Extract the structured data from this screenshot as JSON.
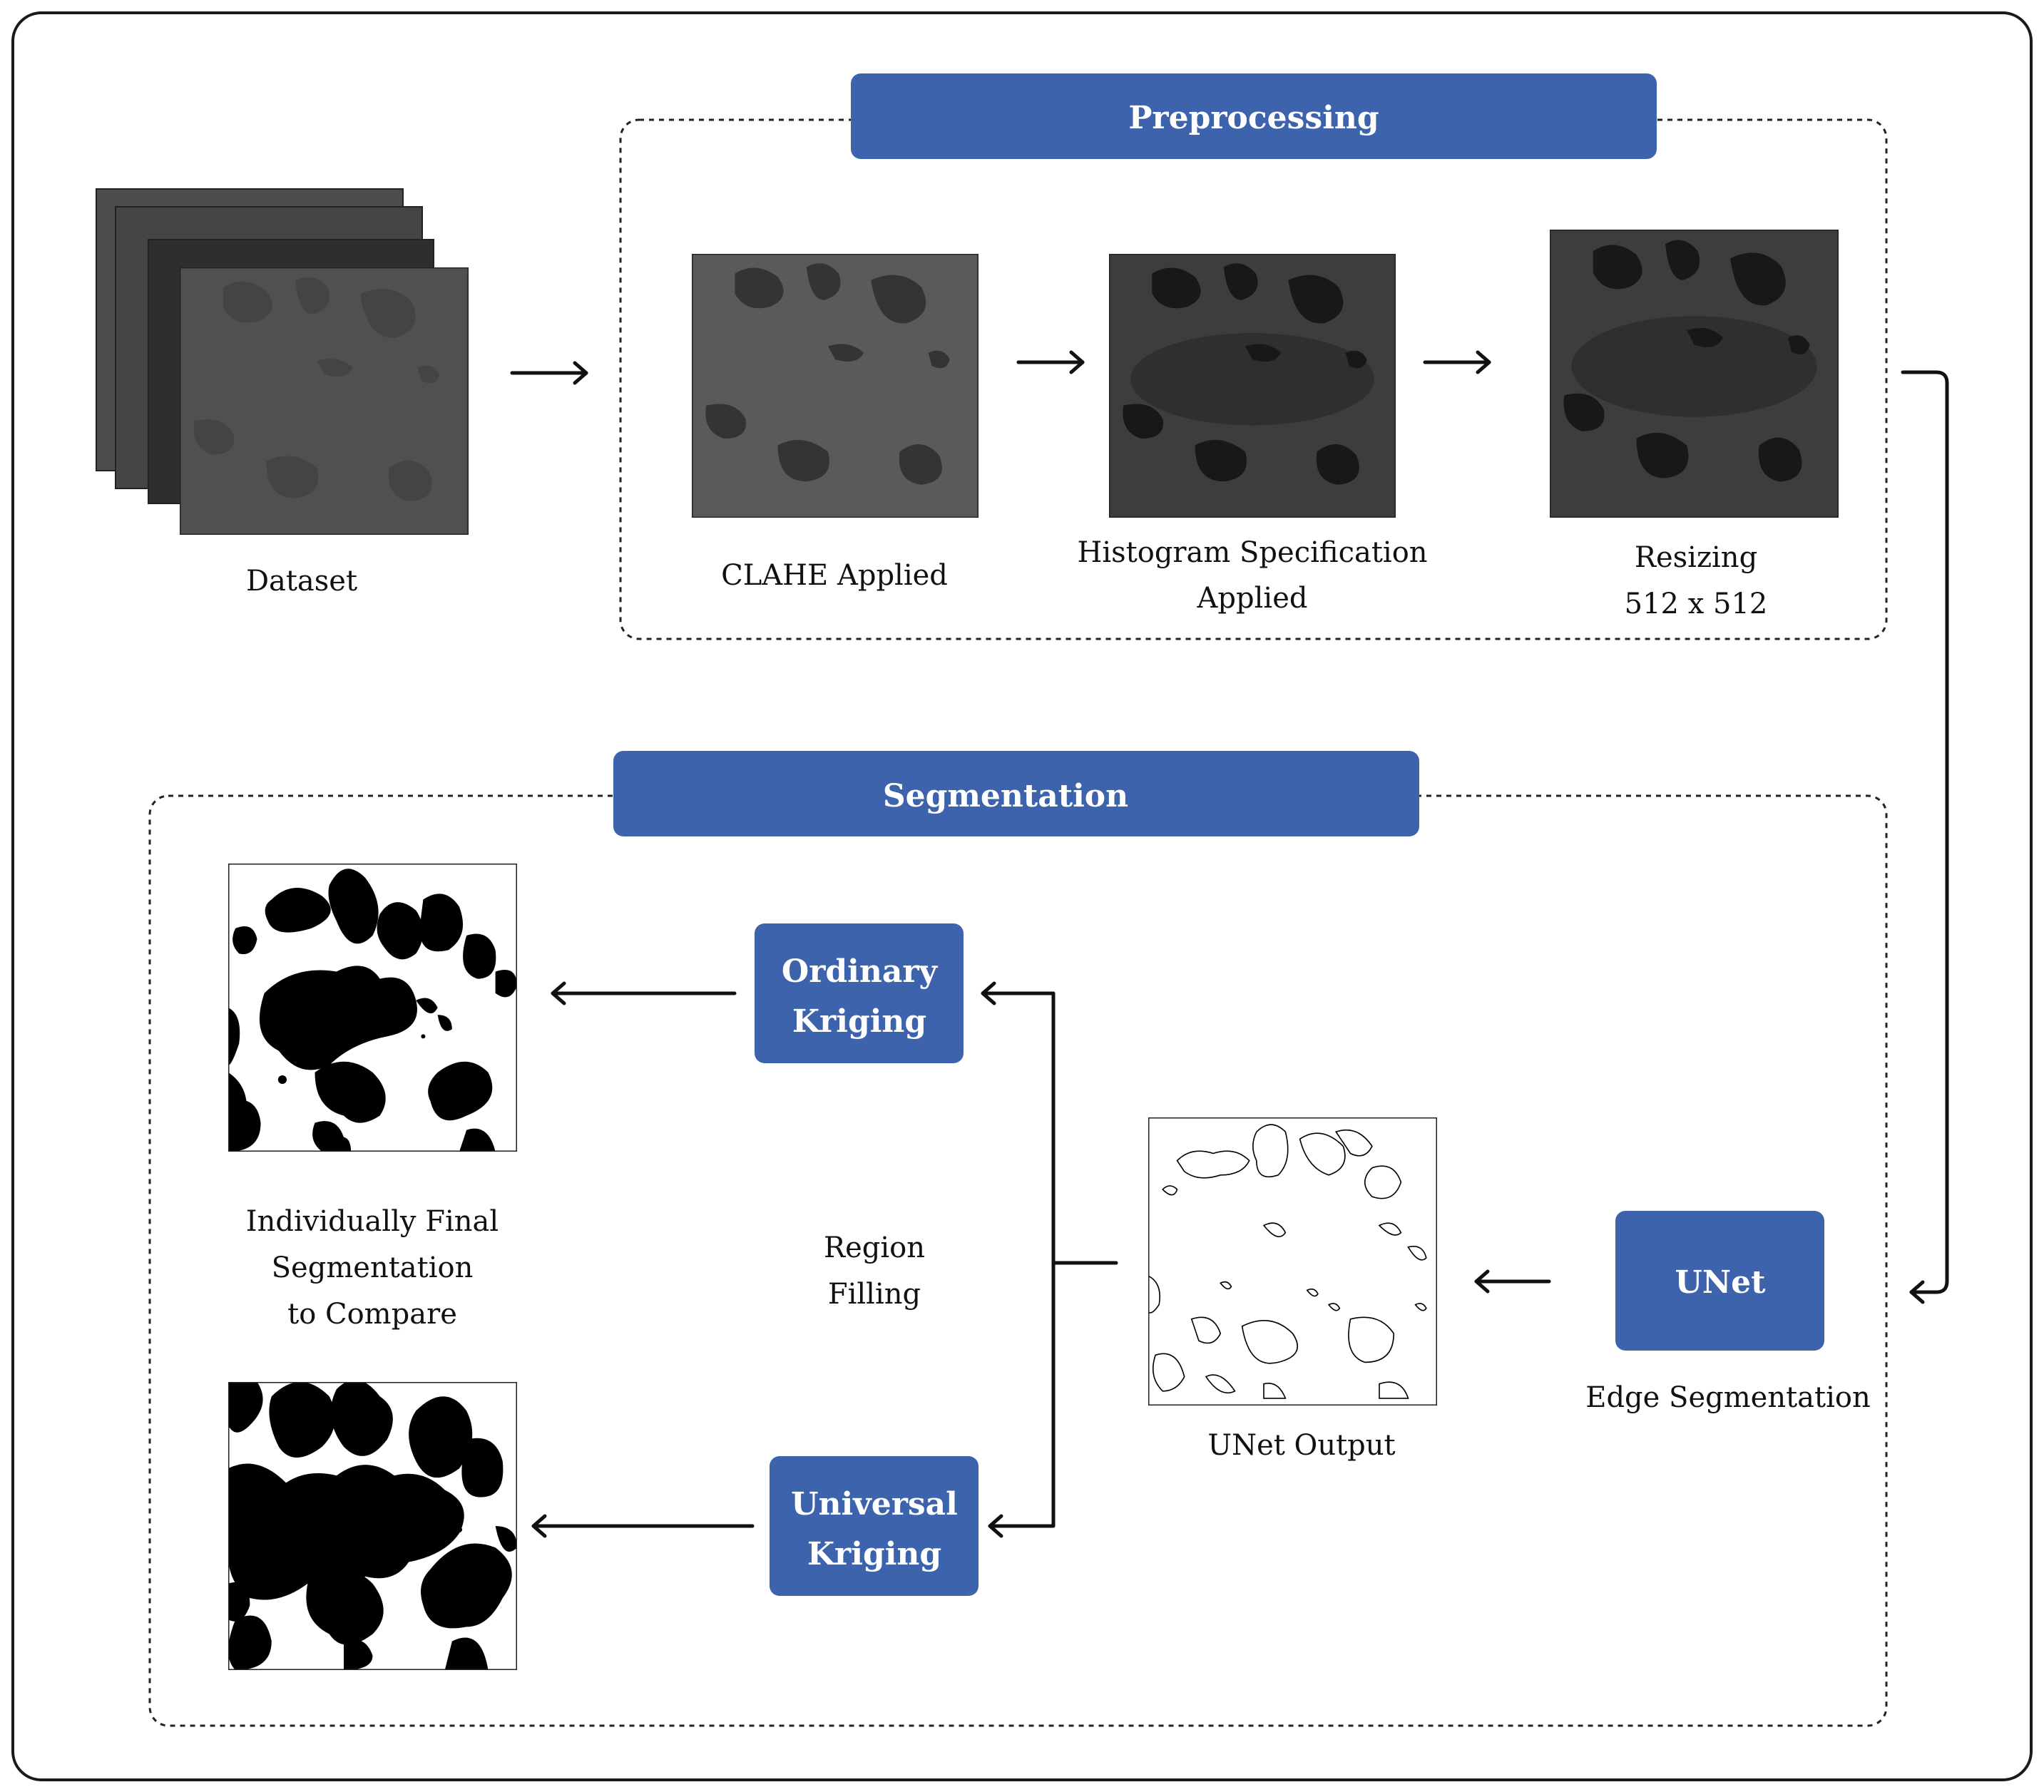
{
  "colors": {
    "accent_blue": "#3d63ad",
    "border": "#1a1a1a",
    "background": "#ffffff"
  },
  "preprocessing": {
    "title": "Preprocessing",
    "steps": [
      {
        "label_line1": "CLAHE Applied",
        "label_line2": ""
      },
      {
        "label_line1": "Histogram Specification",
        "label_line2": "Applied"
      },
      {
        "label_line1": "Resizing",
        "label_line2": "512 x 512"
      }
    ]
  },
  "dataset": {
    "label": "Dataset"
  },
  "segmentation": {
    "title": "Segmentation",
    "unet": {
      "label": "UNet",
      "caption": "Edge Segmentation"
    },
    "unet_output": {
      "caption": "UNet Output"
    },
    "region_filling": {
      "line1": "Region",
      "line2": "Filling"
    },
    "ordinary_kriging": {
      "line1": "Ordinary",
      "line2": "Kriging"
    },
    "universal_kriging": {
      "line1": "Universal",
      "line2": "Kriging"
    },
    "final": {
      "line1": "Individually Final",
      "line2": "Segmentation",
      "line3": "to Compare"
    }
  }
}
